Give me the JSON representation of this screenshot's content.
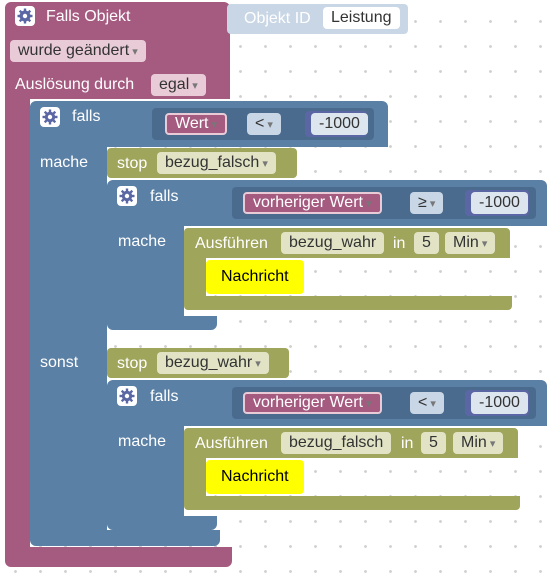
{
  "trigger": {
    "title": "Falls Objekt",
    "object_label": "Objekt ID",
    "object_value": "Leistung",
    "condition_value": "wurde geändert",
    "trigger_label": "Auslösung durch",
    "trigger_value": "egal"
  },
  "outer_if": {
    "falls_label": "falls",
    "mache_label": "mache",
    "sonst_label": "sonst",
    "compare": {
      "var": "Wert",
      "op": "<",
      "num": "-1000"
    },
    "stop1": {
      "label": "stop",
      "timer": "bezug_falsch"
    },
    "stop2": {
      "label": "stop",
      "timer": "bezug_wahr"
    }
  },
  "inner_if1": {
    "falls_label": "falls",
    "mache_label": "mache",
    "compare": {
      "var": "vorheriger Wert",
      "op": "≥",
      "num": "-1000"
    },
    "exec": {
      "label": "Ausführen",
      "name": "bezug_wahr",
      "in_label": "in",
      "delay": "5",
      "unit": "Min"
    },
    "message": "Nachricht"
  },
  "inner_if2": {
    "falls_label": "falls",
    "mache_label": "mache",
    "compare": {
      "var": "vorheriger Wert",
      "op": "<",
      "num": "-1000"
    },
    "exec": {
      "label": "Ausführen",
      "name": "bezug_falsch",
      "in_label": "in",
      "delay": "5",
      "unit": "Min"
    },
    "message": "Nachricht"
  },
  "colors": {
    "event": "#a55b80",
    "logic": "#5b80a5",
    "timer": "#9fa55b",
    "message": "#ffff00"
  },
  "icons": {
    "settings": "gear-icon"
  }
}
